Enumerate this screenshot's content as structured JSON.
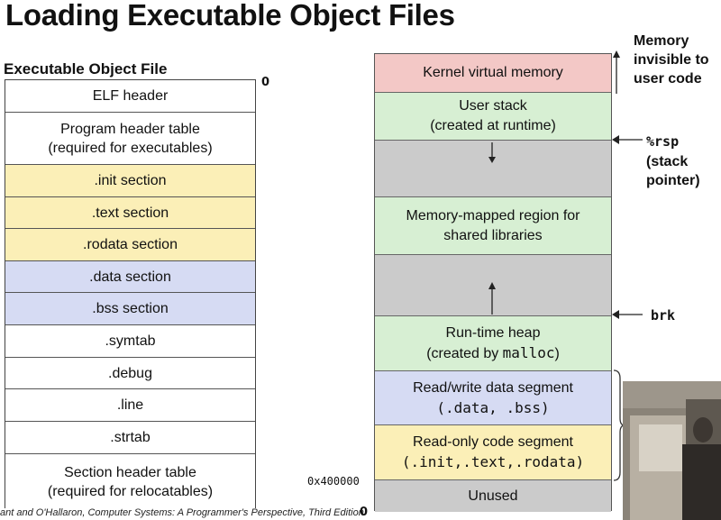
{
  "title": "Loading Executable Object Files",
  "exe": {
    "heading": "Executable Object File",
    "zero_label": "0",
    "rows": [
      {
        "lines": [
          "ELF header"
        ],
        "color": "#ffffff"
      },
      {
        "lines": [
          "Program header table",
          "(required for executables)"
        ],
        "color": "#ffffff"
      },
      {
        "lines": [
          ".init section"
        ],
        "color": "#fbefb7"
      },
      {
        "lines": [
          ".text section"
        ],
        "color": "#fbefb7"
      },
      {
        "lines": [
          ".rodata section"
        ],
        "color": "#fbefb7"
      },
      {
        "lines": [
          ".data section"
        ],
        "color": "#d6dbf3"
      },
      {
        "lines": [
          ".bss section"
        ],
        "color": "#d6dbf3"
      },
      {
        "lines": [
          ".symtab"
        ],
        "color": "#ffffff"
      },
      {
        "lines": [
          ".debug"
        ],
        "color": "#ffffff"
      },
      {
        "lines": [
          ".line"
        ],
        "color": "#ffffff"
      },
      {
        "lines": [
          ".strtab"
        ],
        "color": "#ffffff"
      },
      {
        "lines": [
          "Section header table",
          "(required for relocatables)"
        ],
        "color": "#ffffff"
      }
    ]
  },
  "memory": {
    "kernel": "Kernel virtual memory",
    "user_stack_1": "User stack",
    "user_stack_2": "(created at runtime)",
    "mmap_1": "Memory-mapped region for",
    "mmap_2": "shared libraries",
    "heap_1": "Run-time heap",
    "heap_2_prefix": "(created by ",
    "heap_2_mono": "malloc",
    "heap_2_suffix": ")",
    "rw_1": "Read/write data segment",
    "rw_2": "(.data, .bss)",
    "ro_1": "Read-only code segment",
    "ro_2": "(.init,.text,.rodata)",
    "unused": "Unused",
    "colors": {
      "kernel": "#f3c8c6",
      "green": "#d7efd3",
      "gray": "#cbcbcb",
      "blue": "#d6dbf3",
      "yellow": "#fbefb7"
    }
  },
  "side": {
    "memory_invisible_1": "Memory",
    "memory_invisible_2": "invisible to",
    "memory_invisible_3": "user code",
    "rsp": "%rsp",
    "rsp_desc_1": "(stack",
    "rsp_desc_2": "pointer)",
    "brk": "brk",
    "addr_400000": "0x400000",
    "zero": "0"
  },
  "footer": "ant and O'Hallaron, Computer Systems: A Programmer's Perspective, Third Edition"
}
